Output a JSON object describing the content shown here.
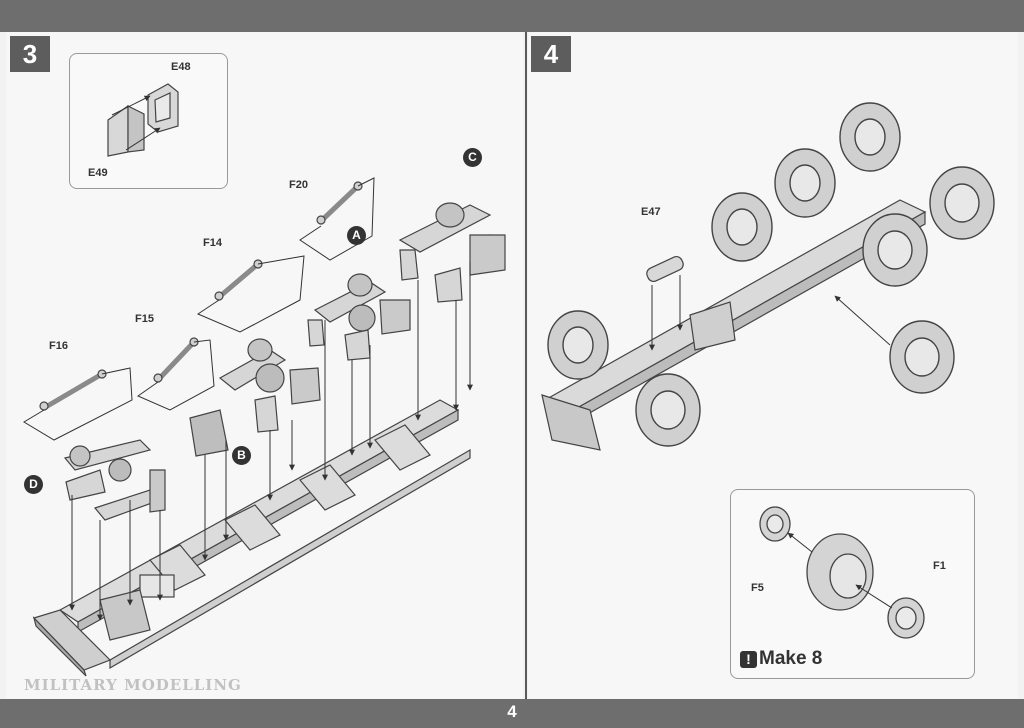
{
  "page": {
    "number": "4"
  },
  "step3": {
    "number": "3",
    "inset_labels": {
      "top": "E48",
      "bottom": "E49"
    },
    "part_labels": {
      "f20": "F20",
      "f14": "F14",
      "f15": "F15",
      "f16": "F16"
    },
    "callouts": {
      "a": "A",
      "b": "B",
      "c": "C",
      "d": "D"
    }
  },
  "step4": {
    "number": "4",
    "part_labels": {
      "e47": "E47"
    },
    "inset_labels": {
      "left": "F5",
      "right": "F1"
    },
    "make_note": {
      "icon": "!",
      "text": "Make 8"
    }
  },
  "watermark": {
    "text": "MILITARY MODELLING"
  }
}
